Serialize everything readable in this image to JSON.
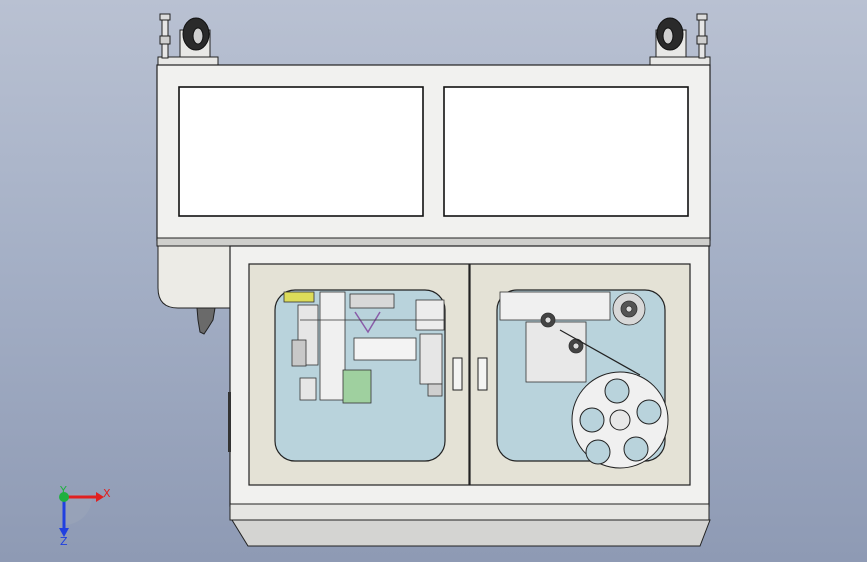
{
  "viewport": {
    "background_top": "#b9c1d2",
    "background_bottom": "#8e9ab4"
  },
  "model": {
    "colors": {
      "cabinet": "#f1f1ef",
      "panel_fill": "#ffffff",
      "edge": "#222222",
      "door_frame": "#e4e2d6",
      "window_glass": "#b9d3dc",
      "base": "#d4d4d2"
    },
    "parts": {
      "top_caster_left": "caster-wheel",
      "top_caster_right": "caster-wheel",
      "leveling_foot_left": "leveling-foot",
      "leveling_foot_right": "leveling-foot",
      "upper_panels": 2,
      "doors": 2,
      "door_handles": 2,
      "reel": "tape-reel"
    }
  },
  "triad": {
    "x_label": "X",
    "y_label": "Y",
    "z_label": "Z",
    "x_color": "#e02020",
    "y_color": "#20b040",
    "z_color": "#2040e0"
  }
}
